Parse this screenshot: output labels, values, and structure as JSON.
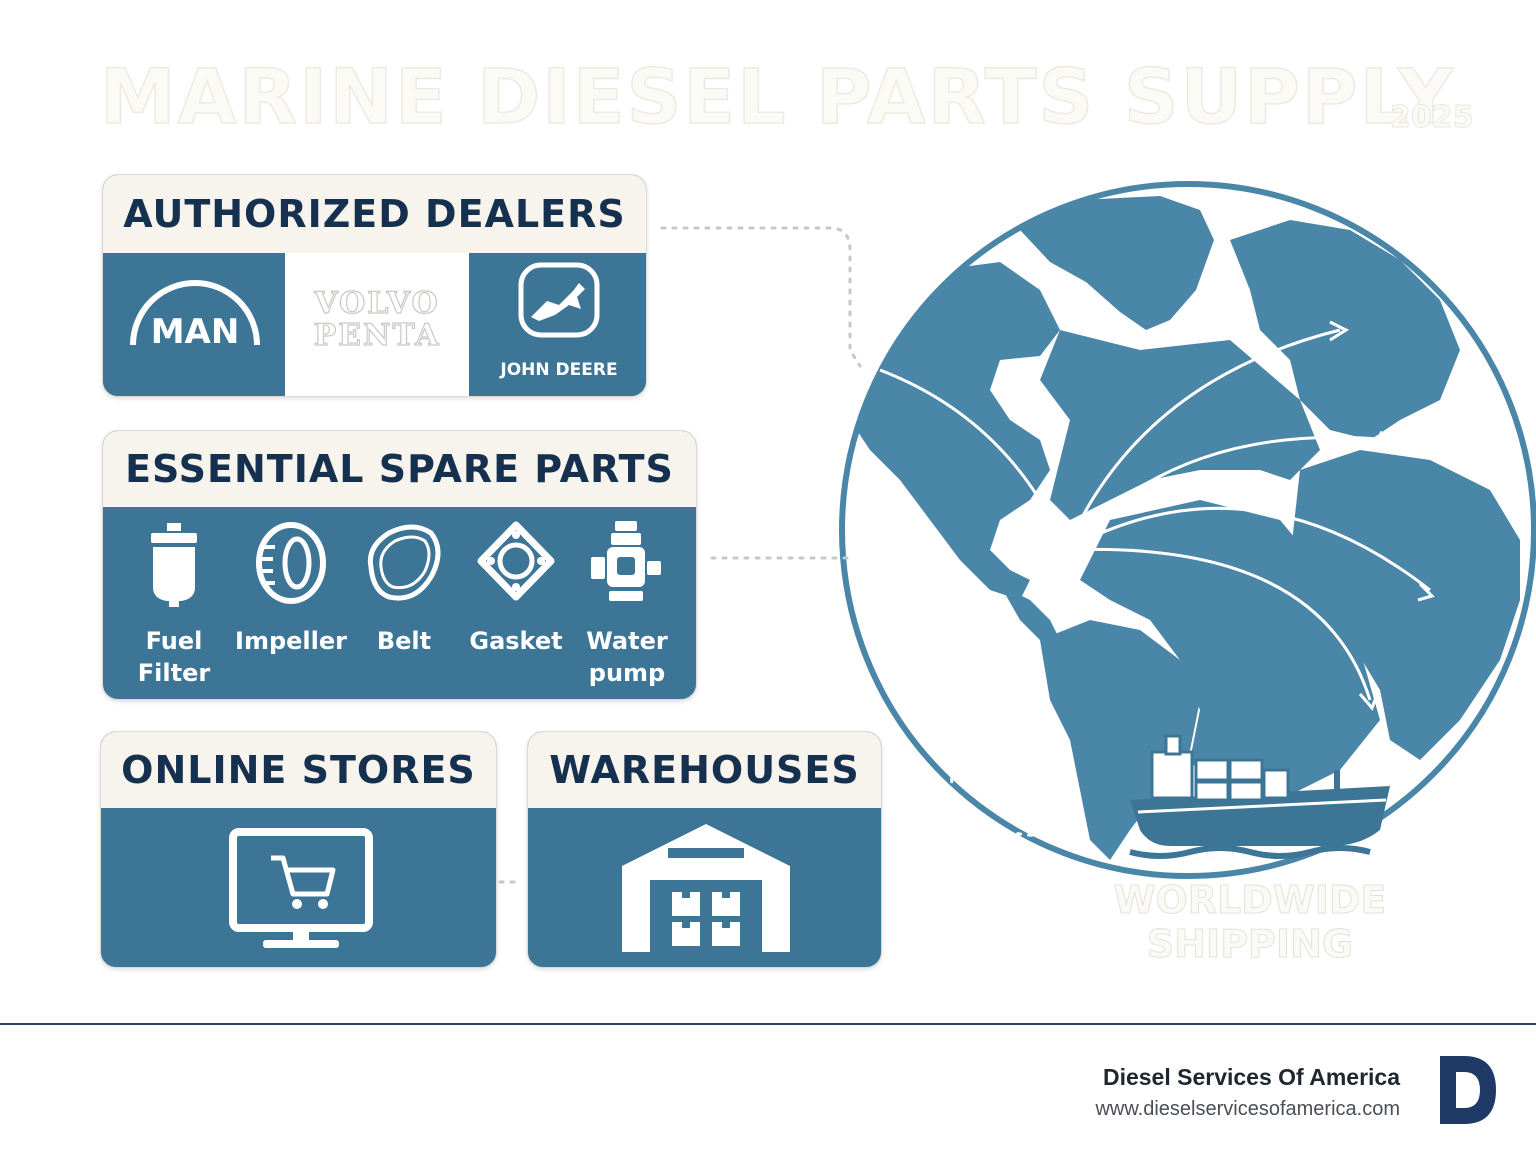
{
  "title": "MARINE DIESEL PARTS SUPPLY",
  "year": "2025",
  "dealers": {
    "heading": "AUTHORIZED DEALERS",
    "brands": [
      "MAN",
      "VOLVO",
      "PENTA",
      "JOHN DEERE"
    ]
  },
  "spare_parts": {
    "heading": "ESSENTIAL SPARE PARTS",
    "items": [
      {
        "line1": "Fuel",
        "line2": "Filter",
        "icon": "fuel-filter-icon"
      },
      {
        "line1": "Impeller",
        "line2": "",
        "icon": "impeller-icon"
      },
      {
        "line1": "Belt",
        "line2": "",
        "icon": "belt-icon"
      },
      {
        "line1": "Gasket",
        "line2": "",
        "icon": "gasket-icon"
      },
      {
        "line1": "Water",
        "line2": "pump",
        "icon": "water-pump-icon"
      }
    ]
  },
  "online": {
    "heading": "ONLINE STORES",
    "icon": "shopping-cart-monitor-icon"
  },
  "warehouses": {
    "heading": "WAREHOUSES",
    "icon": "warehouse-icon"
  },
  "shipping": {
    "line1": "WORLDWIDE",
    "line2": "SHIPPING",
    "icon": "cargo-ship-icon"
  },
  "footer": {
    "company": "Diesel Services Of America",
    "url": "www.dieselservicesofamerica.com",
    "logo_letter": "D"
  },
  "colors": {
    "card_blue": "#3d7597",
    "globe_ocean": "#ffffff",
    "globe_land": "#4a86a8",
    "navy": "#16304f",
    "cream": "#f6f4ec"
  }
}
